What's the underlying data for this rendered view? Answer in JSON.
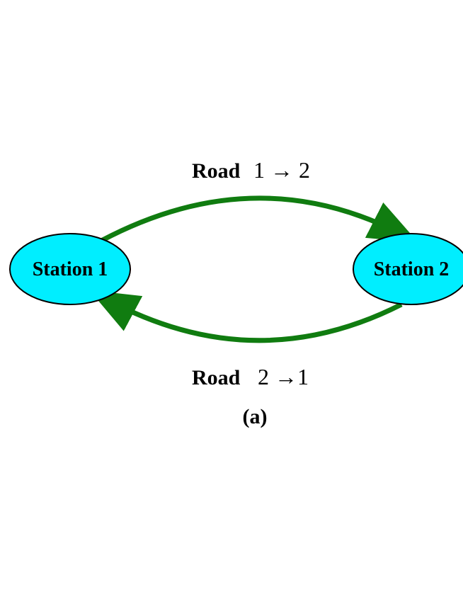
{
  "nodes": [
    {
      "id": "station-1",
      "label": "Station 1"
    },
    {
      "id": "station-2",
      "label": "Station 2"
    }
  ],
  "edges": [
    {
      "from": "station-1",
      "to": "station-2",
      "label_word": "Road",
      "label_math": "1 → 2"
    },
    {
      "from": "station-2",
      "to": "station-1",
      "label_word": "Road",
      "label_math": "2 →1"
    }
  ],
  "caption": "(a)",
  "colors": {
    "node_fill": "#00eeff",
    "node_stroke": "#000000",
    "edge": "#107c10",
    "text": "#000000"
  }
}
